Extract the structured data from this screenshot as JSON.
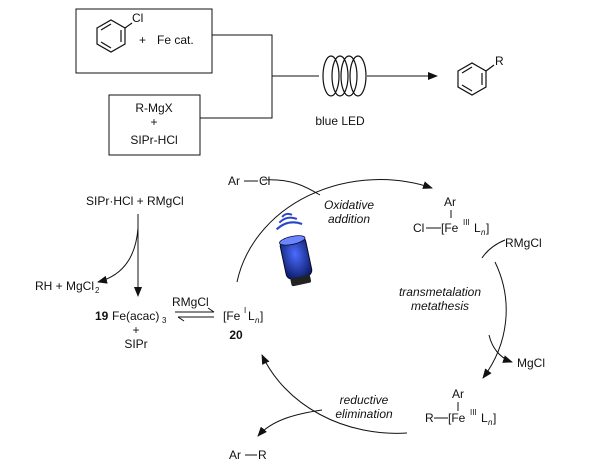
{
  "top_scheme": {
    "box1": {
      "cl": "Cl",
      "plus": "+",
      "catalyst": "Fe cat."
    },
    "box2": {
      "grignard": "R-MgX",
      "plus": "+",
      "ligand": "SIPr-HCl"
    },
    "led_label": "blue LED",
    "product_substituent": "R"
  },
  "cycle": {
    "substrate": {
      "ar": "Ar",
      "cl": "Cl"
    },
    "oxidative_addition": {
      "line1": "Oxidative",
      "line2": "addition"
    },
    "fe3_top": {
      "ar": "Ar",
      "cl": "Cl",
      "fe": "[Fe",
      "ox": "III",
      "l": "L",
      "n": "n",
      "close": "]"
    },
    "rmgcl_in": "RMgCl",
    "transmetalation": {
      "line1": "transmetalation",
      "line2": "metathesis"
    },
    "mgcl_out": "MgCl",
    "fe3_bottom": {
      "ar": "Ar",
      "r": "R",
      "fe": "[Fe",
      "ox": "III",
      "l": "L",
      "n": "n",
      "close": "]"
    },
    "reductive_elimination": {
      "line1": "reductive",
      "line2": "elimination"
    },
    "product": {
      "ar": "Ar",
      "r": "R"
    },
    "fe1": {
      "fe": "[Fe",
      "ox": "I",
      "l": "L",
      "n": "n",
      "close": "]",
      "number": "20"
    },
    "precursor": {
      "text": "SIPr·HCl + RMgCl"
    },
    "byproduct": {
      "text": "RH + MgCl",
      "sub": "2"
    },
    "fe_acac": {
      "number": "19",
      "text": "Fe(acac)",
      "sub": "3",
      "plus": "+",
      "ligand": "SIPr"
    },
    "rmgcl_eq": "RMgCl"
  }
}
